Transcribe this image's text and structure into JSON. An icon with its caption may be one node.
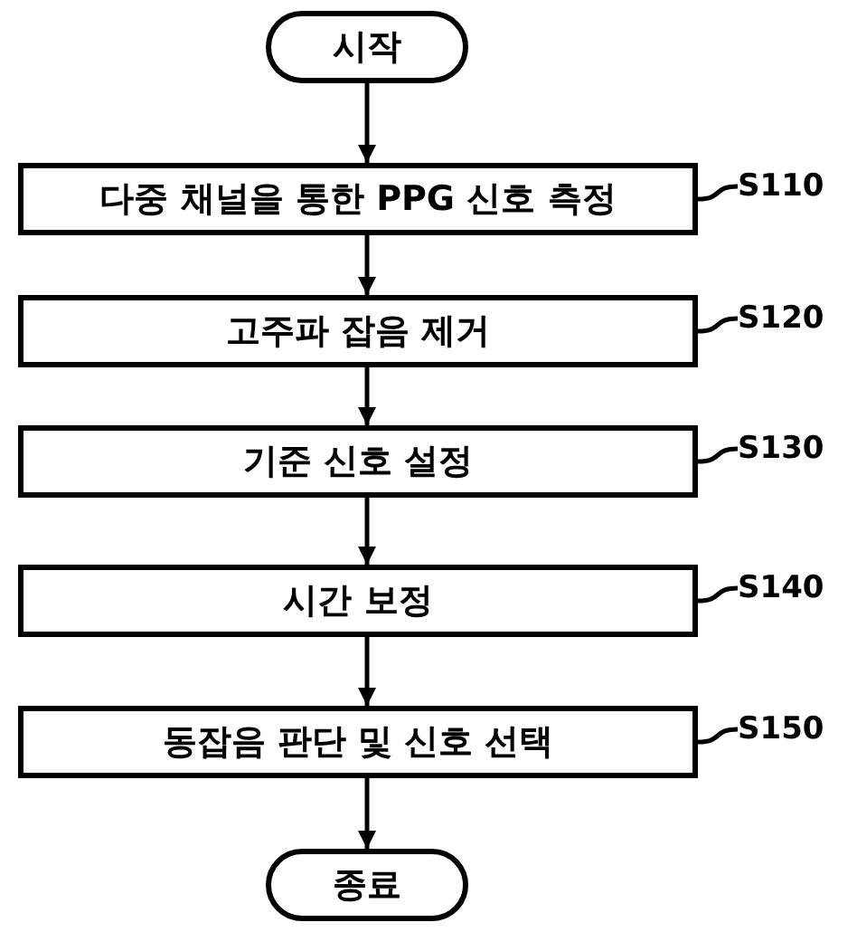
{
  "diagram": {
    "nodes": [
      {
        "text": [
          "시작"
        ]
      },
      {
        "text": [
          "다중 채널을 통한 PPG 신호 측정"
        ]
      },
      {
        "text": [
          "고주파 잡음 제거"
        ]
      },
      {
        "text": [
          "기준 신호 설정"
        ]
      },
      {
        "text": [
          "시간 보정"
        ]
      },
      {
        "text": [
          "동잡음 판단 및 신호 선택"
        ]
      },
      {
        "text": [
          "종료"
        ]
      },
      {
        "text": [
          "S110"
        ]
      },
      {
        "text": [
          "S120"
        ]
      },
      {
        "text": [
          "S130"
        ]
      },
      {
        "text": [
          "S140"
        ]
      },
      {
        "text": [
          "S150"
        ]
      }
    ],
    "edges": [
      {
        "from": 0,
        "to": 1,
        "arrow": "to"
      },
      {
        "from": 1,
        "to": 2,
        "arrow": "to"
      },
      {
        "from": 2,
        "to": 3,
        "arrow": "to"
      },
      {
        "from": 3,
        "to": 4,
        "arrow": "to"
      },
      {
        "from": 4,
        "to": 5,
        "arrow": "to"
      },
      {
        "from": 5,
        "to": 6,
        "arrow": "to"
      },
      {
        "from": 1,
        "to": 7,
        "arrow": "none"
      },
      {
        "from": 2,
        "to": 8,
        "arrow": "none"
      },
      {
        "from": 3,
        "to": 9,
        "arrow": "none"
      },
      {
        "from": 4,
        "to": 10,
        "arrow": "none"
      },
      {
        "from": 5,
        "to": 11,
        "arrow": "none"
      }
    ]
  }
}
